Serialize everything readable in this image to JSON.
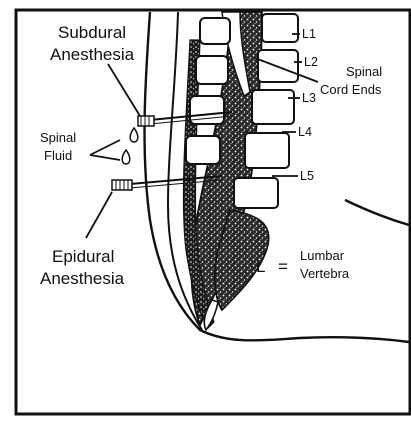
{
  "labels": {
    "subdural_line1": "Subdural",
    "subdural_line2": "Anesthesia",
    "spinal_fluid_line1": "Spinal",
    "spinal_fluid_line2": "Fluid",
    "epidural_line1": "Epidural",
    "epidural_line2": "Anesthesia",
    "cord_ends_line1": "Spinal",
    "cord_ends_line2": "Cord Ends",
    "legend_symbol": "L",
    "legend_equals": "=",
    "legend_line1": "Lumbar",
    "legend_line2": "Vertebra"
  },
  "vertebrae": [
    "L1",
    "L2",
    "L3",
    "L4",
    "L5"
  ],
  "colors": {
    "ink": "#111111",
    "paper": "#ffffff",
    "bone_fill": "#ffffff",
    "tissue": "#1a1a1a"
  }
}
